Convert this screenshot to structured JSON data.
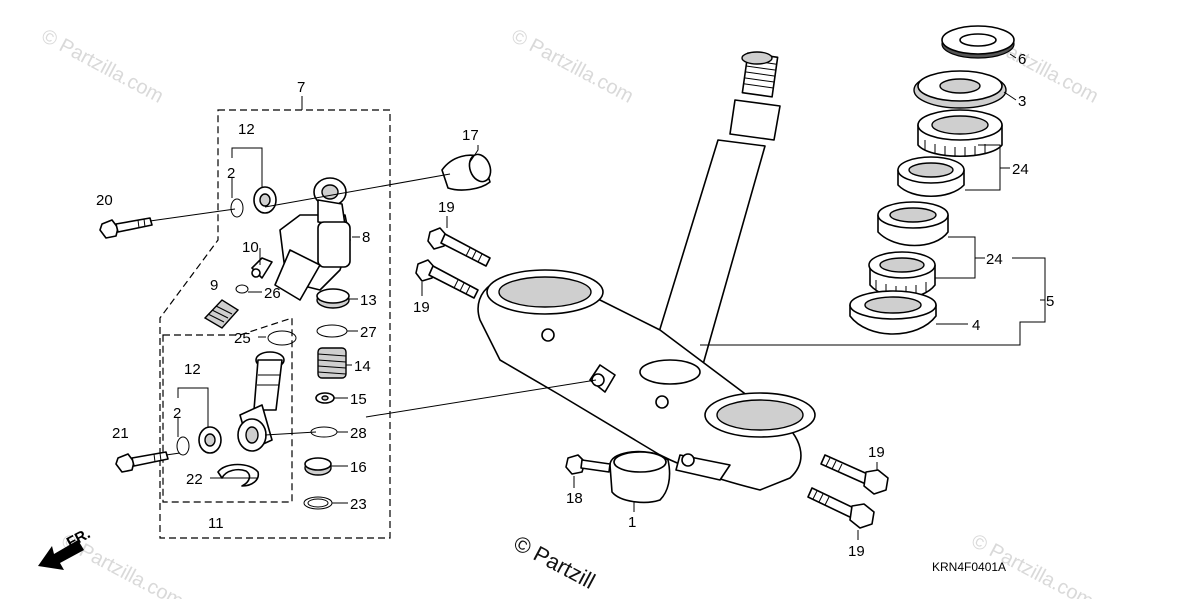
{
  "diagram": {
    "drawing_code": "KRN4F0401A",
    "front_arrow_label": "FR.",
    "watermark_text": "© Partzilla.com",
    "watermark_bottom_text": "© Partzill",
    "callouts": [
      {
        "id": "1",
        "label": "1"
      },
      {
        "id": "2a",
        "label": "2"
      },
      {
        "id": "2b",
        "label": "2"
      },
      {
        "id": "3",
        "label": "3"
      },
      {
        "id": "4",
        "label": "4"
      },
      {
        "id": "5",
        "label": "5"
      },
      {
        "id": "6",
        "label": "6"
      },
      {
        "id": "7",
        "label": "7"
      },
      {
        "id": "8",
        "label": "8"
      },
      {
        "id": "9",
        "label": "9"
      },
      {
        "id": "10",
        "label": "10"
      },
      {
        "id": "11",
        "label": "11"
      },
      {
        "id": "12a",
        "label": "12"
      },
      {
        "id": "12b",
        "label": "12"
      },
      {
        "id": "13",
        "label": "13"
      },
      {
        "id": "14",
        "label": "14"
      },
      {
        "id": "15",
        "label": "15"
      },
      {
        "id": "16",
        "label": "16"
      },
      {
        "id": "17",
        "label": "17"
      },
      {
        "id": "18",
        "label": "18"
      },
      {
        "id": "19a",
        "label": "19"
      },
      {
        "id": "19b",
        "label": "19"
      },
      {
        "id": "19c",
        "label": "19"
      },
      {
        "id": "19d",
        "label": "19"
      },
      {
        "id": "20",
        "label": "20"
      },
      {
        "id": "21",
        "label": "21"
      },
      {
        "id": "22",
        "label": "22"
      },
      {
        "id": "23",
        "label": "23"
      },
      {
        "id": "24a",
        "label": "24"
      },
      {
        "id": "24b",
        "label": "24"
      },
      {
        "id": "25",
        "label": "25"
      },
      {
        "id": "26",
        "label": "26"
      },
      {
        "id": "27",
        "label": "27"
      },
      {
        "id": "28",
        "label": "28"
      }
    ]
  }
}
